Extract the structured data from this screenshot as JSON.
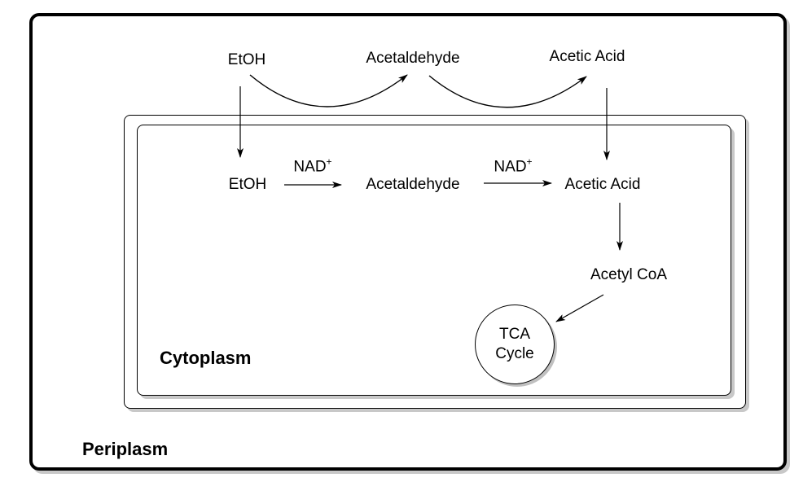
{
  "compartments": {
    "periplasm": "Periplasm",
    "cytoplasm": "Cytoplasm"
  },
  "periplasm_pathway": {
    "etoh": "EtOH",
    "acetaldehyde": "Acetaldehyde",
    "acetic_acid": "Acetic Acid"
  },
  "cytoplasm_pathway": {
    "etoh": "EtOH",
    "cofactor_1": "NAD",
    "cofactor_1_sup": "+",
    "acetaldehyde": "Acetaldehyde",
    "cofactor_2": "NAD",
    "cofactor_2_sup": "+",
    "acetic_acid": "Acetic Acid",
    "acetyl_coa": "Acetyl CoA",
    "tca_line1": "TCA",
    "tca_line2": "Cycle"
  },
  "edges": [
    {
      "from": "periplasm.etoh",
      "to": "periplasm.acetaldehyde",
      "style": "curved"
    },
    {
      "from": "periplasm.acetaldehyde",
      "to": "periplasm.acetic_acid",
      "style": "curved"
    },
    {
      "from": "periplasm.etoh",
      "to": "cytoplasm.etoh",
      "style": "straight"
    },
    {
      "from": "periplasm.acetic_acid",
      "to": "cytoplasm.acetic_acid",
      "style": "straight"
    },
    {
      "from": "cytoplasm.etoh",
      "to": "cytoplasm.acetaldehyde",
      "label": "NAD+"
    },
    {
      "from": "cytoplasm.acetaldehyde",
      "to": "cytoplasm.acetic_acid",
      "label": "NAD+"
    },
    {
      "from": "cytoplasm.acetic_acid",
      "to": "cytoplasm.acetyl_coa"
    },
    {
      "from": "cytoplasm.acetyl_coa",
      "to": "cytoplasm.tca_cycle"
    }
  ]
}
